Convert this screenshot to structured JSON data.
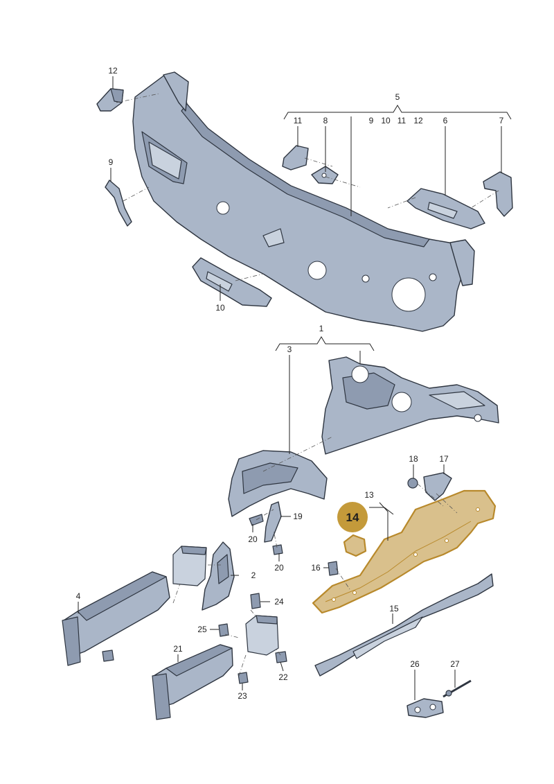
{
  "callouts": {
    "c12": "12",
    "c5": "5",
    "c11a": "11",
    "c8": "8",
    "c9a": "9",
    "c10a": "10",
    "c11b": "11",
    "c12b": "12",
    "c6": "6",
    "c7": "7",
    "c9": "9",
    "c10": "10",
    "c1": "1",
    "c3": "3",
    "c18": "18",
    "c17": "17",
    "c13": "13",
    "c19": "19",
    "c20a": "20",
    "c20b": "20",
    "c16": "16",
    "c2": "2",
    "c4": "4",
    "c24": "24",
    "c15": "15",
    "c25": "25",
    "c21": "21",
    "c22": "22",
    "c23": "23",
    "c26": "26",
    "c27": "27"
  },
  "highlight": {
    "label": "14",
    "color": "#c49a3a"
  },
  "colors": {
    "part_fill": "#aab6c8",
    "part_stroke": "#2e3540",
    "highlight_fill": "#d9c08c",
    "highlight_stroke": "#b8892b"
  }
}
